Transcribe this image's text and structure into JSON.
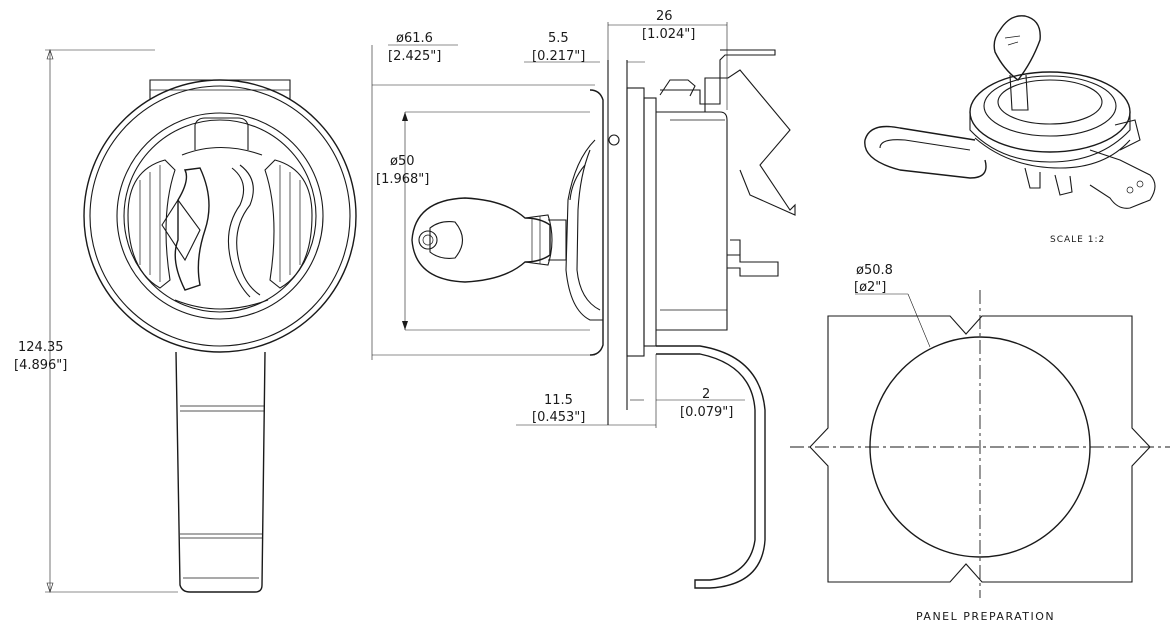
{
  "dimensions": {
    "height_mm": "124.35",
    "height_in": "[4.896\"]",
    "flange_diameter_mm": "ø61.6",
    "flange_diameter_in": "[2.425\"]",
    "body_diameter_mm": "ø50",
    "body_diameter_in": "[1.968\"]",
    "flange_thickness_mm": "5.5",
    "flange_thickness_in": "[0.217\"]",
    "depth_mm": "26",
    "depth_in": "[1.024\"]",
    "panel_range_mm": "11.5",
    "panel_range_in": "[0.453\"]",
    "gap_mm": "2",
    "gap_in": "[0.079\"]",
    "cutout_diameter_mm": "ø50.8",
    "cutout_diameter_in": "[ø2\"]"
  },
  "labels": {
    "scale": "SCALE 1:2",
    "panel_preparation": "PANEL PREPARATION"
  },
  "icons": [
    "key-icon",
    "latch-icon"
  ]
}
